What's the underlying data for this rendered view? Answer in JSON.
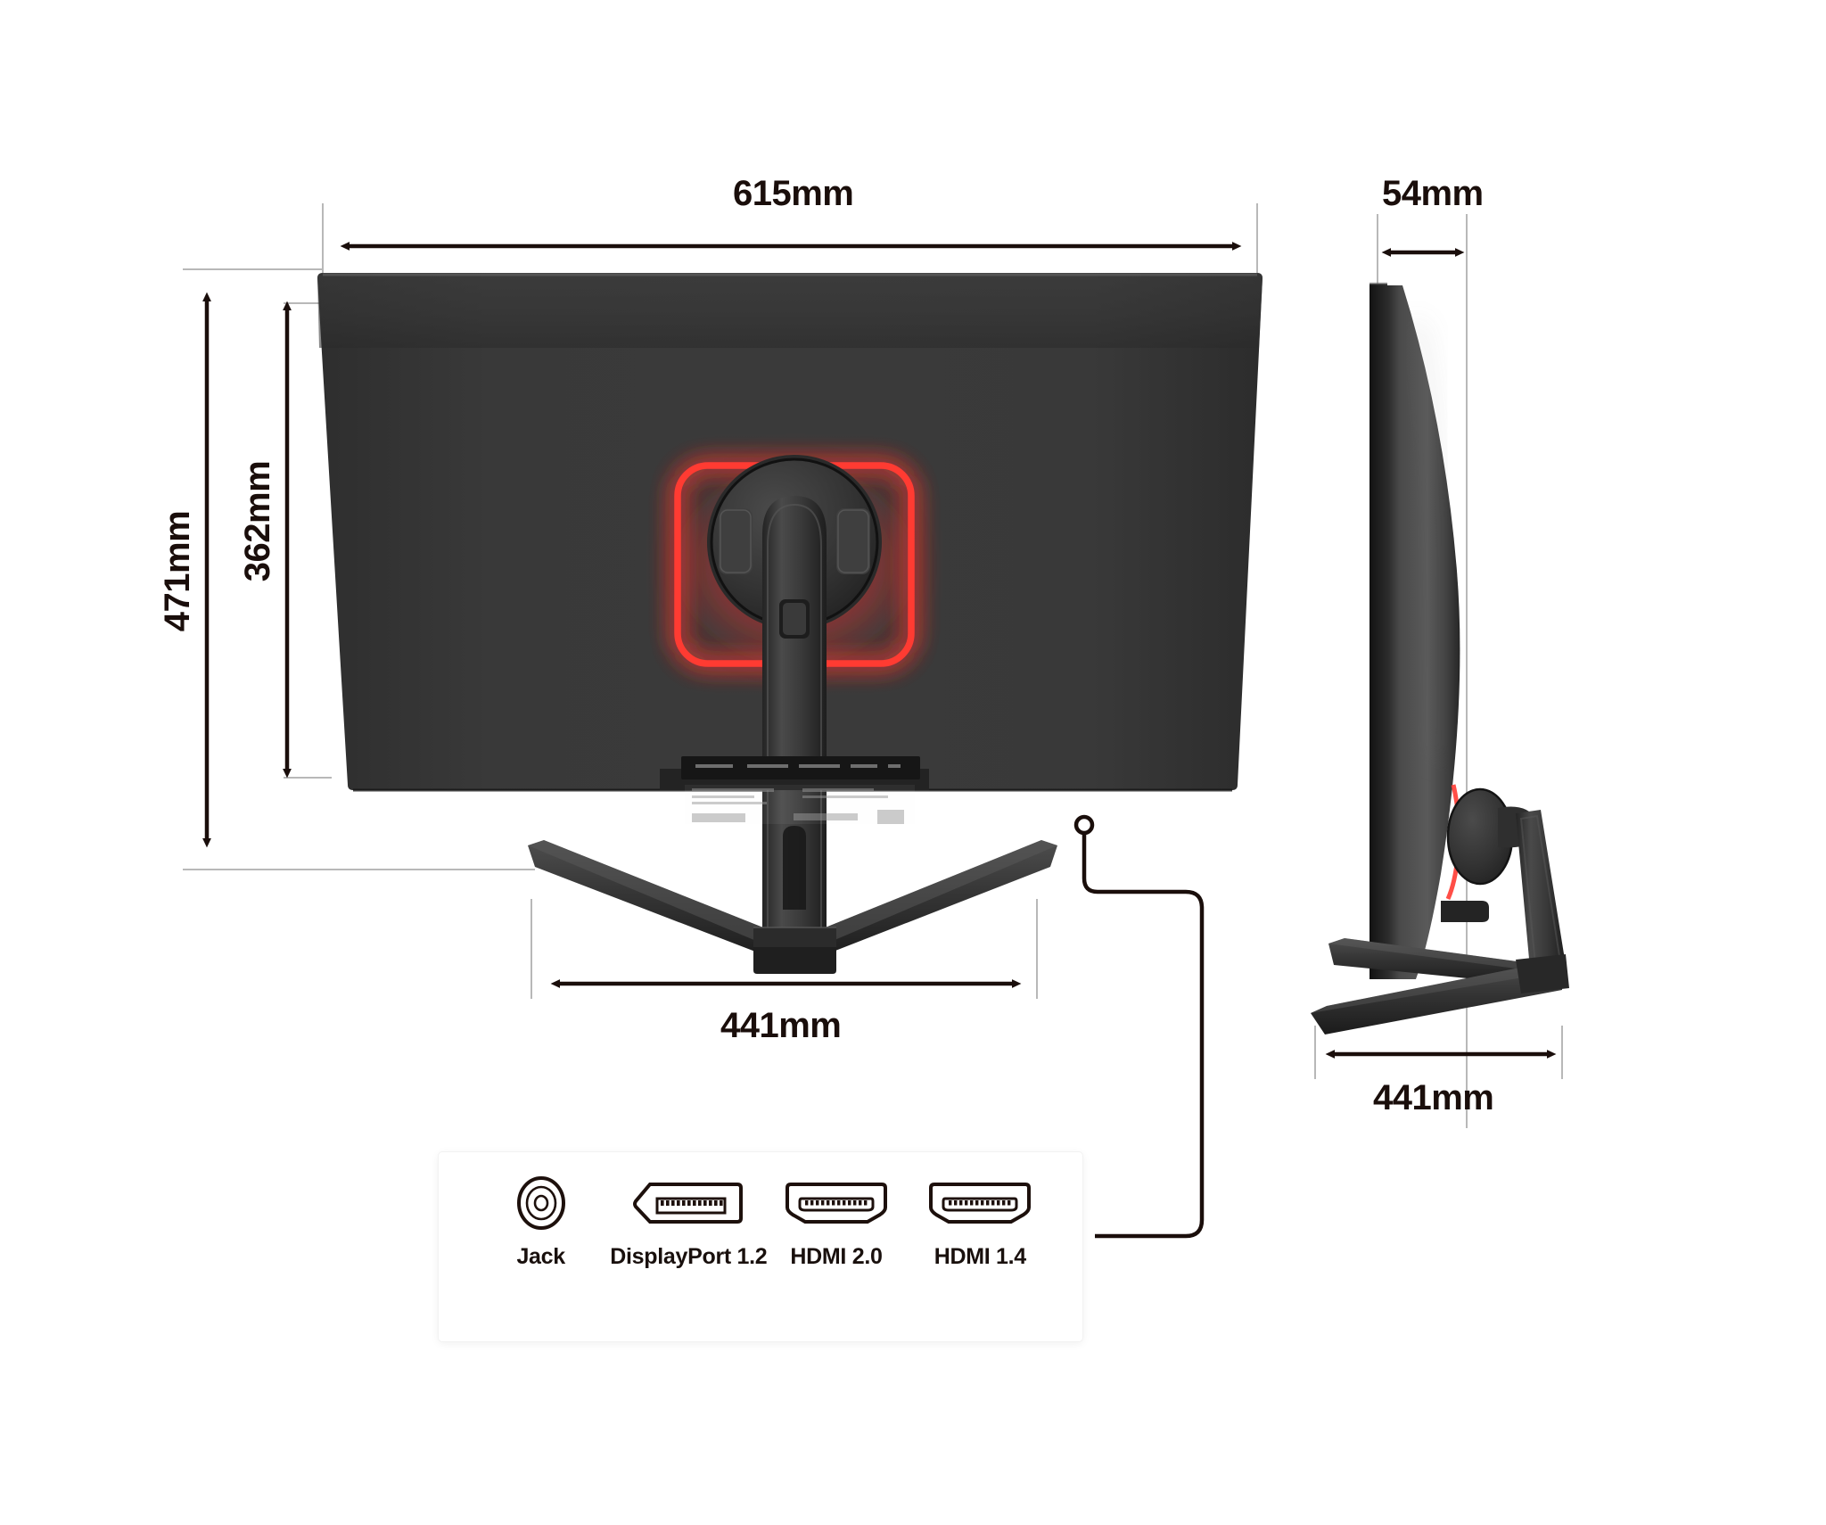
{
  "page": {
    "title": "Curved Gaming Monitor Dimensions Diagram",
    "background_color": "#ffffff",
    "line_color": "#1a0e0b",
    "extension_line_color": "#b3b3b3",
    "monitor_body_color": "#343434",
    "accent_rgb_color": "#ff3b36"
  },
  "views": {
    "rear": {
      "name": "rear-view",
      "dimensions": {
        "width": {
          "label": "615mm",
          "orientation": "horizontal",
          "position": "top"
        },
        "height_total": {
          "label": "471mm",
          "orientation": "vertical",
          "position": "left-outer"
        },
        "height_panel": {
          "label": "362mm",
          "orientation": "vertical",
          "position": "left-inner"
        },
        "base_width": {
          "label": "441mm",
          "orientation": "horizontal",
          "position": "bottom"
        }
      }
    },
    "side": {
      "name": "side-view",
      "dimensions": {
        "depth_panel": {
          "label": "54mm",
          "orientation": "horizontal",
          "position": "top"
        },
        "base_depth": {
          "label": "441mm",
          "orientation": "horizontal",
          "position": "bottom"
        }
      }
    }
  },
  "ports": {
    "card_name": "ports-legend-card",
    "items": [
      {
        "icon": "audio-jack-icon",
        "label": "Jack"
      },
      {
        "icon": "displayport-icon",
        "label": "DisplayPort 1.2"
      },
      {
        "icon": "hdmi-icon",
        "label": "HDMI 2.0"
      },
      {
        "icon": "hdmi-icon",
        "label": "HDMI 1.4"
      }
    ]
  },
  "callout": {
    "name": "ports-callout-leader",
    "from": "rear-view-port-bay",
    "to": "ports-legend-card"
  }
}
